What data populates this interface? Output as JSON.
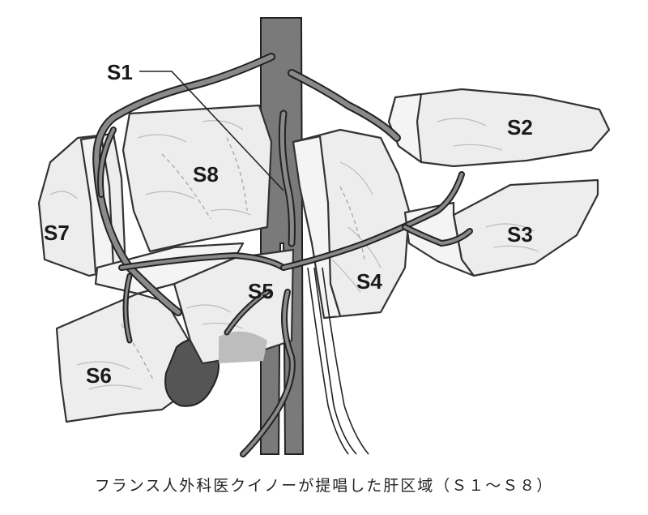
{
  "segments": {
    "s1": "S1",
    "s2": "S2",
    "s3": "S3",
    "s4": "S4",
    "s5": "S5",
    "s6": "S6",
    "s7": "S7",
    "s8": "S8"
  },
  "caption": "フランス人外科医クイノーが提唱した肝区域（Ｓ１～Ｓ８）"
}
